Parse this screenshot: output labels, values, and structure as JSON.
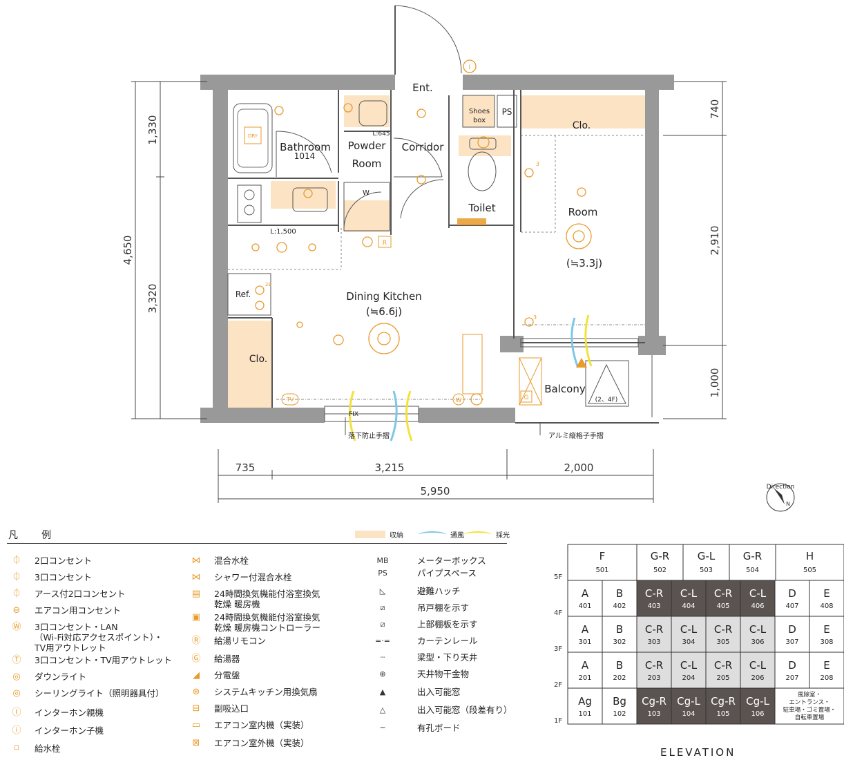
{
  "plan": {
    "dims": {
      "left_total": "4,650",
      "left_top": "1,330",
      "left_bottom": "3,320",
      "right_top": "740",
      "right_mid": "2,910",
      "right_bottom": "1,000",
      "bottom_a": "735",
      "bottom_b": "3,215",
      "bottom_c": "2,000",
      "bottom_total": "5,950"
    },
    "rooms": {
      "ent": "Ent.",
      "bathroom": "Bathroom",
      "bathroom_size": "1014",
      "powder": "Powder",
      "powder2": "Room",
      "corridor": "Corridor",
      "shoes": "Shoes",
      "shoes2": "box",
      "ps": "PS",
      "clo_top": "Clo.",
      "l645": "L:645",
      "w": "W",
      "toilet": "Toilet",
      "room": "Room",
      "room_size": "(≒3.3j)",
      "l1500": "L:1,500",
      "ref": "Ref.",
      "dk": "Dining Kitchen",
      "dk_size": "(≒6.6j)",
      "clo_left": "Clo.",
      "balcony": "Balcony",
      "hatch": "(2、4F)",
      "fix": "FIX",
      "rail1": "落下防止手摺",
      "rail2": "アルミ縦格子手摺",
      "dry": "DRY",
      "r": "R",
      "g": "G",
      "tv": "TV",
      "ww": "W",
      "sup3": "3",
      "sup2e": "2E",
      "circ_i": "I"
    }
  },
  "legend": {
    "title": "凡　例",
    "key_storage": "収納",
    "key_wind": "通風",
    "key_light": "採光",
    "col1": [
      {
        "icon": "outlet-2-icon",
        "sym": "⏀",
        "text": "2口コンセント"
      },
      {
        "icon": "outlet-3-icon",
        "sym": "⏀",
        "text": "3口コンセント"
      },
      {
        "icon": "outlet-earth-icon",
        "sym": "⏀",
        "text": "アース付2口コンセント"
      },
      {
        "icon": "aircon-outlet-icon",
        "sym": "⊖",
        "text": "エアコン用コンセント"
      },
      {
        "icon": "wifi-outlet-icon",
        "sym": "Ⓦ",
        "text": "3口コンセント・LAN\n（Wi-Fi対応アクセスポイント）・\nTV用アウトレット"
      },
      {
        "icon": "tv-outlet-icon",
        "sym": "Ⓣ",
        "text": "3口コンセント・TV用アウトレット"
      },
      {
        "icon": "downlight-icon",
        "sym": "◎",
        "text": "ダウンライト"
      },
      {
        "icon": "ceiling-light-icon",
        "sym": "◎",
        "text": "シーリングライト（照明器具付）"
      },
      {
        "icon": "intercom-main-icon",
        "sym": "Ⓘ",
        "text": "インターホン親機"
      },
      {
        "icon": "intercom-sub-icon",
        "sym": "ⓘ",
        "text": "インターホン子機"
      },
      {
        "icon": "water-tap-icon",
        "sym": "⌑",
        "text": "給水栓"
      }
    ],
    "col2": [
      {
        "icon": "mixer-tap-icon",
        "sym": "⋈",
        "text": "混合水栓"
      },
      {
        "icon": "shower-mixer-icon",
        "sym": "⋈",
        "text": "シャワー付混合水栓"
      },
      {
        "icon": "bath-dryer-icon",
        "sym": "▤",
        "text": "24時間換気機能付浴室換気\n乾燥 暖房機"
      },
      {
        "icon": "bath-dryer-controller-icon",
        "sym": "▣",
        "text": "24時間換気機能付浴室換気\n乾燥 暖房機コントローラー"
      },
      {
        "icon": "water-heater-remote-icon",
        "sym": "Ⓡ",
        "text": "給湯リモコン"
      },
      {
        "icon": "water-heater-icon",
        "sym": "Ⓖ",
        "text": "給湯器"
      },
      {
        "icon": "distribution-board-icon",
        "sym": "◢",
        "text": "分電盤"
      },
      {
        "icon": "kitchen-fan-icon",
        "sym": "⊛",
        "text": "システムキッチン用換気扇"
      },
      {
        "icon": "sub-intake-icon",
        "sym": "⊟",
        "text": "副吸込口"
      },
      {
        "icon": "aircon-indoor-icon",
        "sym": "▭",
        "text": "エアコン室内機（実装）"
      },
      {
        "icon": "aircon-outdoor-icon",
        "sym": "⊠",
        "text": "エアコン室外機（実装）"
      }
    ],
    "col3": [
      {
        "icon": "mb-icon",
        "sym": "MB",
        "text": "メーターボックス"
      },
      {
        "icon": "ps-icon",
        "sym": "PS",
        "text": "パイプスペース"
      },
      {
        "icon": "escape-hatch-icon",
        "sym": "◺",
        "text": "避難ハッチ"
      },
      {
        "icon": "hanging-shelf-icon",
        "sym": "⧄",
        "text": "吊戸棚を示す"
      },
      {
        "icon": "upper-shelf-icon",
        "sym": "⧄",
        "text": "上部棚板を示す"
      },
      {
        "icon": "curtain-rail-icon",
        "sym": "=·=",
        "text": "カーテンレール"
      },
      {
        "icon": "beam-icon",
        "sym": "┈",
        "text": "梁型・下り天井"
      },
      {
        "icon": "ceiling-hook-icon",
        "sym": "⊕",
        "text": "天井物干金物"
      },
      {
        "icon": "window-icon",
        "sym": "▲",
        "text": "出入可能窓"
      },
      {
        "icon": "window-step-icon",
        "sym": "△",
        "text": "出入可能窓（段差有り）"
      },
      {
        "icon": "perforated-board-icon",
        "sym": "─",
        "text": "有孔ボード"
      }
    ]
  },
  "elevation": {
    "title": "ELEVATION",
    "floors": [
      "5F",
      "4F",
      "3F",
      "2F",
      "1F"
    ],
    "row5": [
      {
        "type": "F",
        "no": "501",
        "shade": "none"
      },
      {
        "type": "G-R",
        "no": "502",
        "shade": "none"
      },
      {
        "type": "G-L",
        "no": "503",
        "shade": "none"
      },
      {
        "type": "G-R",
        "no": "504",
        "shade": "none"
      },
      {
        "type": "H",
        "no": "505",
        "shade": "none"
      }
    ],
    "row4": [
      {
        "type": "A",
        "no": "401",
        "shade": "none"
      },
      {
        "type": "B",
        "no": "402",
        "shade": "none"
      },
      {
        "type": "C-R",
        "no": "403",
        "shade": "dark"
      },
      {
        "type": "C-L",
        "no": "404",
        "shade": "dark"
      },
      {
        "type": "C-R",
        "no": "405",
        "shade": "dark"
      },
      {
        "type": "C-L",
        "no": "406",
        "shade": "dark"
      },
      {
        "type": "D",
        "no": "407",
        "shade": "none"
      },
      {
        "type": "E",
        "no": "408",
        "shade": "none"
      }
    ],
    "row3": [
      {
        "type": "A",
        "no": "301",
        "shade": "none"
      },
      {
        "type": "B",
        "no": "302",
        "shade": "none"
      },
      {
        "type": "C-R",
        "no": "303",
        "shade": "light"
      },
      {
        "type": "C-L",
        "no": "304",
        "shade": "light"
      },
      {
        "type": "C-R",
        "no": "305",
        "shade": "light"
      },
      {
        "type": "C-L",
        "no": "306",
        "shade": "light"
      },
      {
        "type": "D",
        "no": "307",
        "shade": "none"
      },
      {
        "type": "E",
        "no": "308",
        "shade": "none"
      }
    ],
    "row2": [
      {
        "type": "A",
        "no": "201",
        "shade": "none"
      },
      {
        "type": "B",
        "no": "202",
        "shade": "none"
      },
      {
        "type": "C-R",
        "no": "203",
        "shade": "light"
      },
      {
        "type": "C-L",
        "no": "204",
        "shade": "light"
      },
      {
        "type": "C-R",
        "no": "205",
        "shade": "light"
      },
      {
        "type": "C-L",
        "no": "206",
        "shade": "light"
      },
      {
        "type": "D",
        "no": "207",
        "shade": "none"
      },
      {
        "type": "E",
        "no": "208",
        "shade": "none"
      }
    ],
    "row1": [
      {
        "type": "Ag",
        "no": "101",
        "shade": "none"
      },
      {
        "type": "Bg",
        "no": "102",
        "shade": "none"
      },
      {
        "type": "Cg-R",
        "no": "103",
        "shade": "dark"
      },
      {
        "type": "Cg-L",
        "no": "104",
        "shade": "dark"
      },
      {
        "type": "Cg-R",
        "no": "105",
        "shade": "dark"
      },
      {
        "type": "Cg-L",
        "no": "106",
        "shade": "dark"
      }
    ],
    "row1_note": "風除室・\nエントランス・\n駐車場・ゴミ置場・\n自転車置場",
    "direction": "Direction",
    "compass_n": "N"
  },
  "colors": {
    "wall": "#999999",
    "storage": "#fce3c4",
    "accent": "#e89a2a",
    "dark_cell": "#5a5350",
    "light_cell": "#dedede"
  }
}
